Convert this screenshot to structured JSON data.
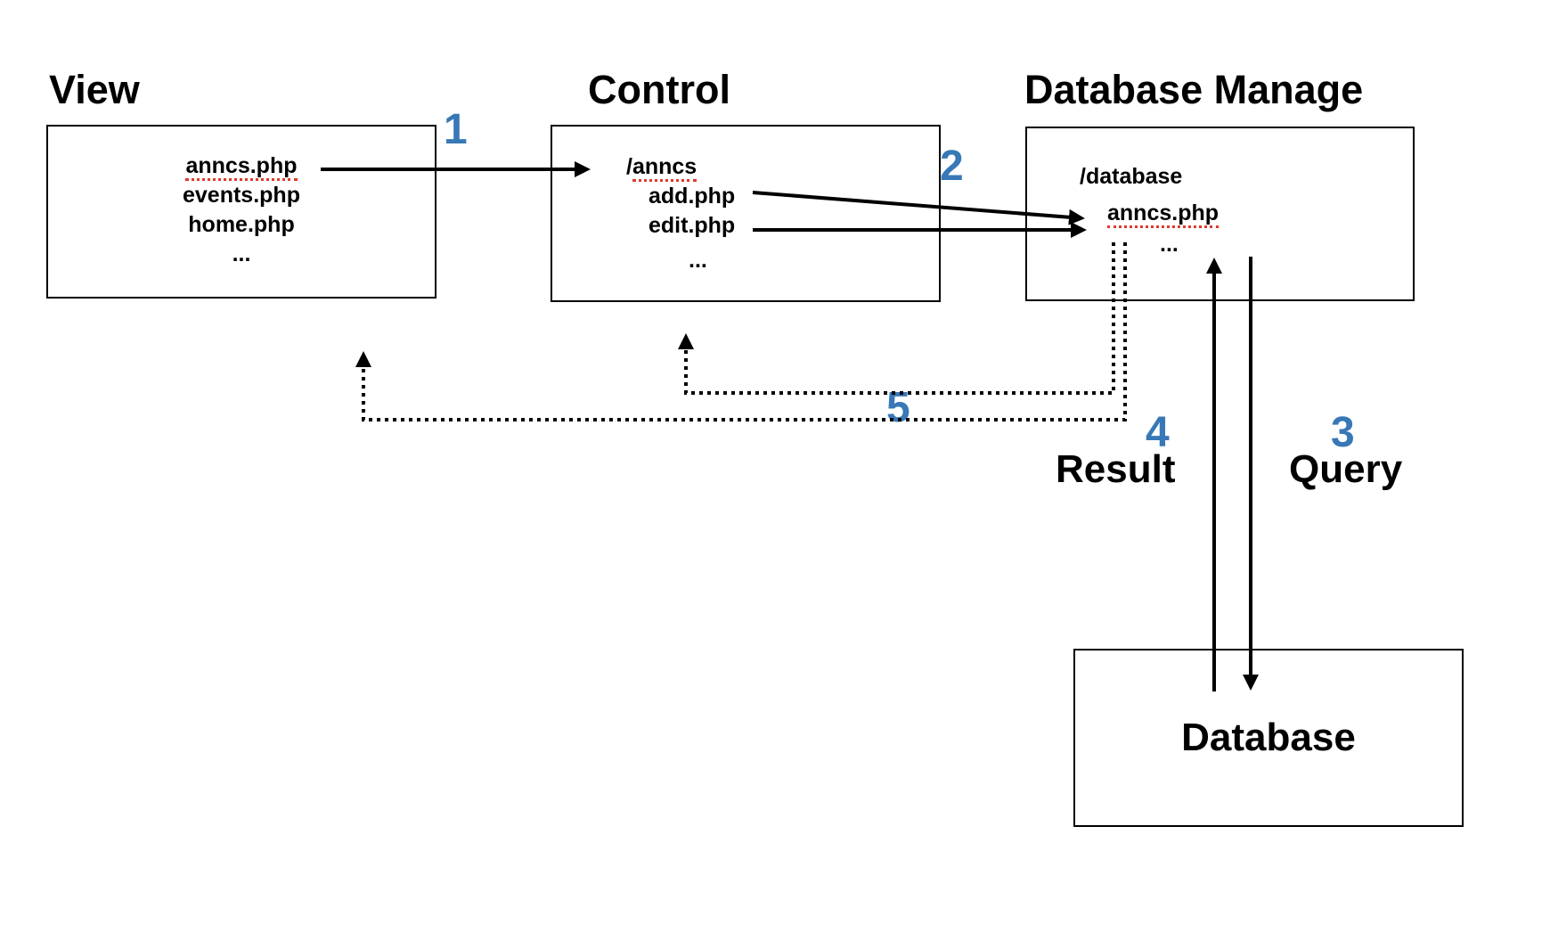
{
  "diagram": {
    "boxes": {
      "view": {
        "title": "View",
        "items": [
          "anncs.php",
          "events.php",
          "home.php",
          "..."
        ]
      },
      "control": {
        "title": "Control",
        "item_prefix": "/",
        "items": [
          "anncs",
          "add.php",
          "edit.php",
          "..."
        ]
      },
      "db_manage": {
        "title": "Database Manage",
        "items": [
          "/database",
          "anncs.php",
          "..."
        ]
      },
      "database": {
        "title": "Database"
      }
    },
    "steps": {
      "s1": "1",
      "s2": "2",
      "s3": "3",
      "s4": "4",
      "s5": "5"
    },
    "flow_labels": {
      "result": "Result",
      "query": "Query"
    },
    "colors": {
      "step_number_blue": "#3878b6",
      "spellcheck_underline_red": "#e0392c",
      "line_black": "#000000",
      "background_white": "#ffffff"
    }
  }
}
